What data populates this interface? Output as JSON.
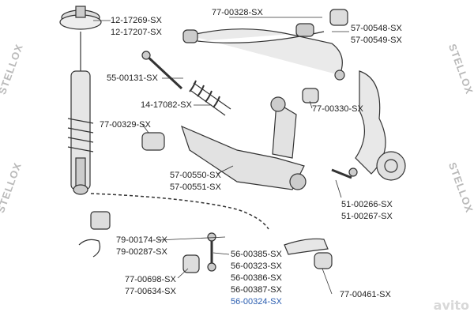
{
  "watermark": "STELLOX",
  "corner_logo": "avito",
  "colors": {
    "label": "#222222",
    "highlight": "#2a5db0",
    "part": "#333333"
  },
  "labels": [
    {
      "id": "l1",
      "text": "12-17269-SX"
    },
    {
      "id": "l2",
      "text": "12-17207-SX"
    },
    {
      "id": "l3",
      "text": "77-00328-SX"
    },
    {
      "id": "l4",
      "text": "57-00548-SX"
    },
    {
      "id": "l5",
      "text": "57-00549-SX"
    },
    {
      "id": "l6",
      "text": "55-00131-SX"
    },
    {
      "id": "l7",
      "text": "14-17082-SX"
    },
    {
      "id": "l8",
      "text": "77-00330-SX"
    },
    {
      "id": "l9",
      "text": "77-00329-SX"
    },
    {
      "id": "l10",
      "text": "57-00550-SX"
    },
    {
      "id": "l11",
      "text": "57-00551-SX"
    },
    {
      "id": "l12",
      "text": "51-00266-SX"
    },
    {
      "id": "l13",
      "text": "51-00267-SX"
    },
    {
      "id": "l14",
      "text": "79-00174-SX"
    },
    {
      "id": "l15",
      "text": "79-00287-SX"
    },
    {
      "id": "l16",
      "text": "56-00385-SX"
    },
    {
      "id": "l17",
      "text": "56-00323-SX"
    },
    {
      "id": "l18",
      "text": "56-00386-SX"
    },
    {
      "id": "l19",
      "text": "56-00387-SX"
    },
    {
      "id": "l20",
      "text": "56-00324-SX"
    },
    {
      "id": "l21",
      "text": "77-00698-SX"
    },
    {
      "id": "l22",
      "text": "77-00634-SX"
    },
    {
      "id": "l23",
      "text": "77-00461-SX"
    }
  ]
}
